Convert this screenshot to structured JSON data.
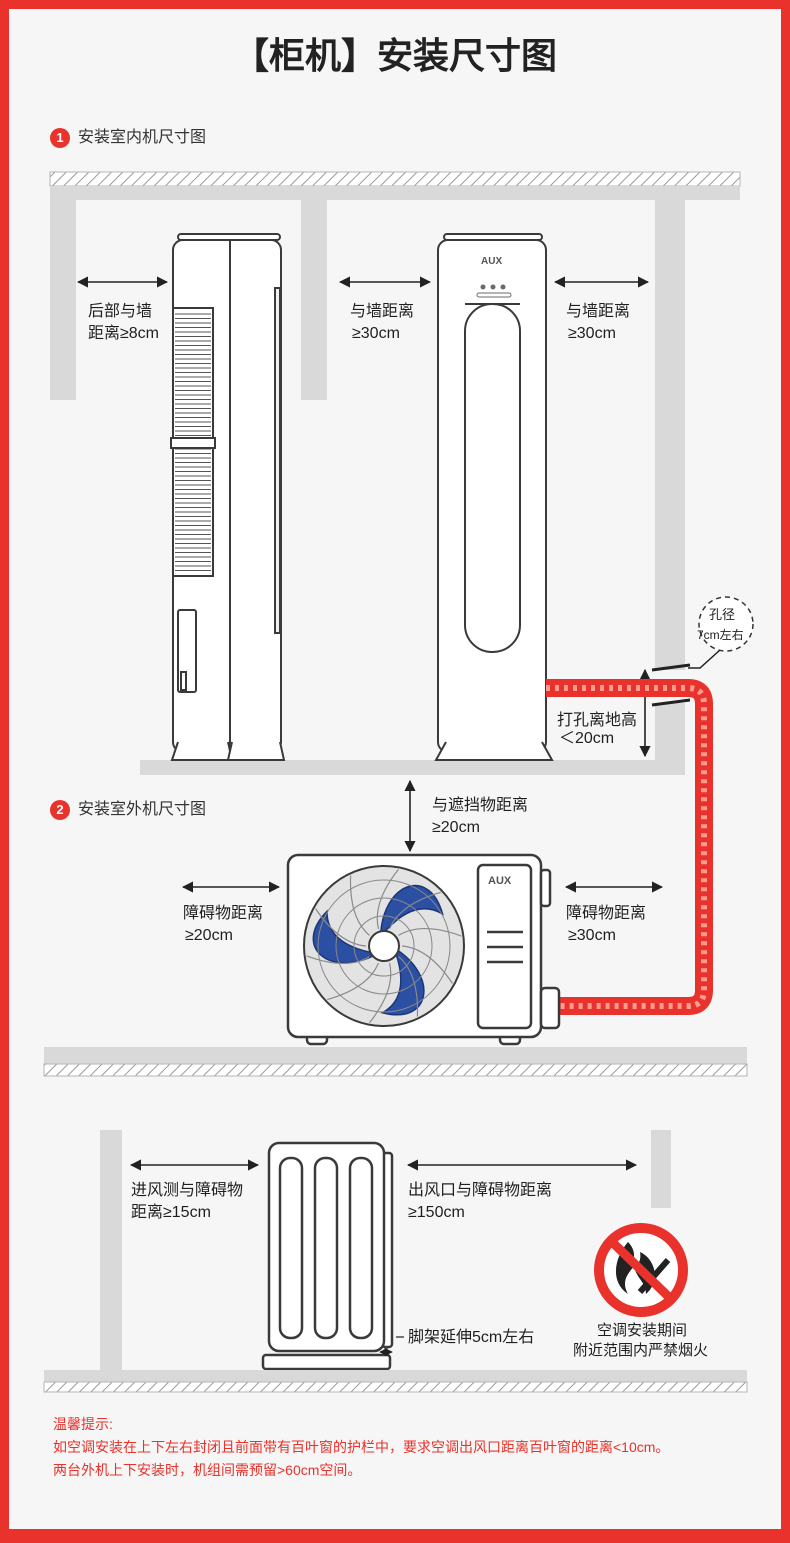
{
  "title": "【柜机】安装尺寸图",
  "section1": {
    "num": "1",
    "label": "安装室内机尺寸图"
  },
  "section2": {
    "num": "2",
    "label": "安装室外机尺寸图"
  },
  "brand": "AUX",
  "indoor": {
    "back_label_1": "后部与墙",
    "back_label_2": "距离≥8cm",
    "left_label_1": "与墙距离",
    "left_label_2": "≥30cm",
    "right_label_1": "与墙距离",
    "right_label_2": "≥30cm",
    "hole_label_1": "孔径",
    "hole_label_2": "7cm左右",
    "drill_label_1": "打孔离地高",
    "drill_label_2": "＜20cm"
  },
  "outdoor": {
    "top_label_1": "与遮挡物距离",
    "top_label_2": "≥20cm",
    "left_label_1": "障碍物距离",
    "left_label_2": "≥20cm",
    "right_label_1": "障碍物距离",
    "right_label_2": "≥30cm"
  },
  "side": {
    "inlet_label_1": "进风测与障碍物",
    "inlet_label_2": "距离≥15cm",
    "outlet_label_1": "出风口与障碍物距离",
    "outlet_label_2": "≥150cm",
    "feet_label": "脚架延伸5cm左右",
    "fire_label_1": "空调安装期间",
    "fire_label_2": "附近范围内严禁烟火"
  },
  "tips": {
    "heading": "温馨提示:",
    "line1": "如空调安装在上下左右封闭且前面带有百叶窗的护栏中，要求空调出风口距离百叶窗的距离<10cm。",
    "line2": "两台外机上下安装时，机组间需预留>60cm空间。"
  },
  "colors": {
    "accent": "#e8322b",
    "fan_blue": "#2b4fa3",
    "wall": "#d9d9d9",
    "outline": "#3a3a3a"
  },
  "icons": [
    "no-fire-icon",
    "fan-icon"
  ]
}
